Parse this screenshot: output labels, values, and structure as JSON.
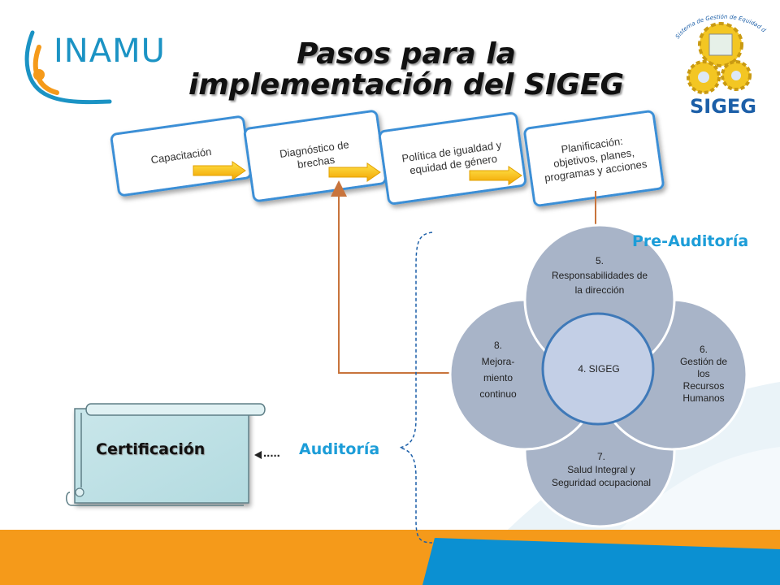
{
  "title": {
    "line1": "Pasos para la",
    "line2": "implementación del SIGEG"
  },
  "logo": {
    "text": "INAMU"
  },
  "seal": {
    "ring_text": "Sistema de Gestión de Equidad de Género",
    "text": "SIGEG"
  },
  "steps": [
    {
      "lines": [
        "Capacitación"
      ]
    },
    {
      "lines": [
        "Diagnóstico de",
        "brechas"
      ]
    },
    {
      "lines": [
        "Política de igualdad y",
        "equidad de género"
      ]
    },
    {
      "lines": [
        "Planificación:",
        "objetivos, planes,",
        "programas y acciones"
      ]
    }
  ],
  "labels": {
    "pre_audit": "Pre-Auditoría",
    "audit": "Auditoría",
    "audit_dots": ".....",
    "certification": "Certificación"
  },
  "cycle": {
    "center": "4. SIGEG",
    "petals": [
      {
        "id": "top",
        "lines": [
          "5.",
          "Responsabilidades de",
          "la dirección"
        ]
      },
      {
        "id": "right",
        "lines": [
          "6.",
          "Gestión de",
          "los",
          "Recursos",
          "Humanos"
        ]
      },
      {
        "id": "bottom",
        "lines": [
          "7.",
          "Salud Integral y",
          "Seguridad ocupacional"
        ]
      },
      {
        "id": "left",
        "lines": [
          "8.",
          "Mejora-",
          "miento",
          "continuo"
        ]
      }
    ]
  },
  "colors": {
    "accent_blue": "#1c9dd8",
    "arrow_connector": "#c8743c",
    "step_border": "#3a8fd6",
    "petal_fill": "#a8b4c8",
    "center_fill": "#c3cfe6",
    "orange_band": "#f59a1a",
    "blue_band": "#0b90d2"
  }
}
